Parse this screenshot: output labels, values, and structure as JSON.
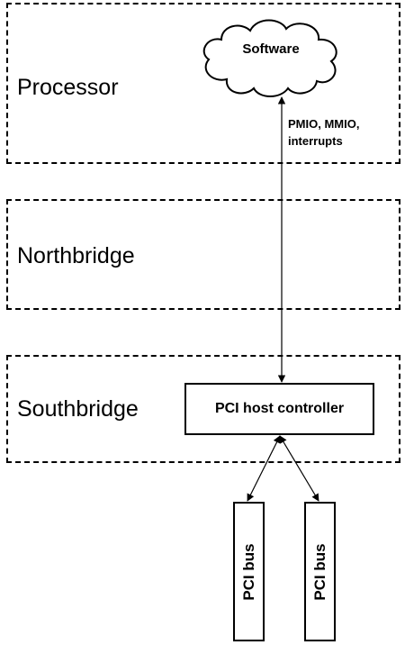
{
  "regions": {
    "processor": "Processor",
    "northbridge": "Northbridge",
    "southbridge": "Southbridge"
  },
  "cloud": {
    "label": "Software"
  },
  "software_link": {
    "line1": "PMIO, MMIO,",
    "line2": "interrupts"
  },
  "host_controller": {
    "label": "PCI host controller"
  },
  "buses": [
    {
      "label": "PCI bus"
    },
    {
      "label": "PCI bus"
    }
  ],
  "icons": [
    "cloud-icon",
    "arrow-icon"
  ]
}
